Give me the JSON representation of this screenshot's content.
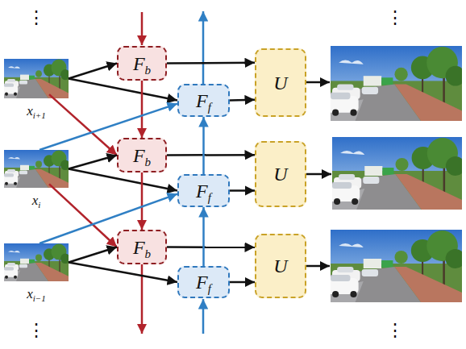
{
  "diagram": {
    "nodes": [
      {
        "text": [
          "xi+1"
        ]
      },
      {
        "text": [
          "Fb"
        ]
      },
      {
        "text": [
          "Ff"
        ]
      },
      {
        "text": [
          "U"
        ]
      },
      {
        "text": [
          "xi"
        ]
      },
      {
        "text": [
          "Fb"
        ]
      },
      {
        "text": [
          "Ff"
        ]
      },
      {
        "text": [
          "U"
        ]
      },
      {
        "text": [
          "xi−1"
        ]
      },
      {
        "text": [
          "Fb"
        ]
      },
      {
        "text": [
          "Ff"
        ]
      },
      {
        "text": [
          "U"
        ]
      }
    ],
    "edges": [
      {
        "from": 0,
        "to": 1,
        "arrow": "to"
      },
      {
        "from": 0,
        "to": 2,
        "arrow": "to"
      },
      {
        "from": 0,
        "to": 5,
        "arrow": "to"
      },
      {
        "from": 1,
        "to": 3,
        "arrow": "to"
      },
      {
        "from": 2,
        "to": 3,
        "arrow": "to"
      },
      {
        "from": 1,
        "to": 5,
        "arrow": "to"
      },
      {
        "from": 4,
        "to": 2,
        "arrow": "to"
      },
      {
        "from": 4,
        "to": 5,
        "arrow": "to"
      },
      {
        "from": 4,
        "to": 6,
        "arrow": "to"
      },
      {
        "from": 4,
        "to": 9,
        "arrow": "to"
      },
      {
        "from": 5,
        "to": 7,
        "arrow": "to"
      },
      {
        "from": 6,
        "to": 7,
        "arrow": "to"
      },
      {
        "from": 5,
        "to": 9,
        "arrow": "to"
      },
      {
        "from": 6,
        "to": 2,
        "arrow": "to"
      },
      {
        "from": 8,
        "to": 6,
        "arrow": "to"
      },
      {
        "from": 8,
        "to": 9,
        "arrow": "to"
      },
      {
        "from": 8,
        "to": 10,
        "arrow": "to"
      },
      {
        "from": 9,
        "to": 11,
        "arrow": "to"
      },
      {
        "from": 10,
        "to": 11,
        "arrow": "to"
      },
      {
        "from": 10,
        "to": 6,
        "arrow": "to"
      }
    ],
    "labels": [
      "⋮",
      "⋮",
      "⋮",
      "⋮"
    ]
  }
}
